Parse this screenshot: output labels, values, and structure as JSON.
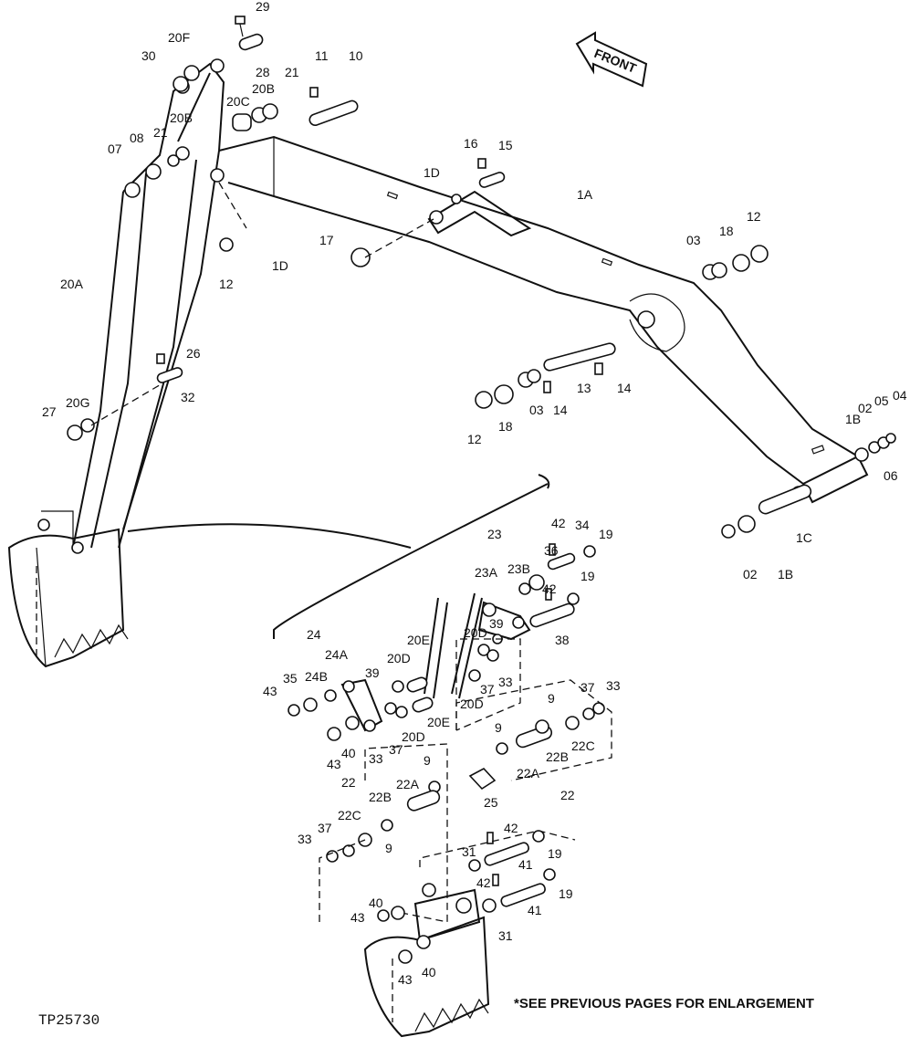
{
  "figure_code": "TP25730",
  "footnote": "*SEE PREVIOUS PAGES FOR ENLARGEMENT",
  "front_arrow_label": "FRONT",
  "labels": {
    "l29": "29",
    "l20F": "20F",
    "l30": "30",
    "l28": "28",
    "l21a": "21",
    "l20Ba": "20B",
    "l20C": "20C",
    "l11": "11",
    "l10": "10",
    "l20Bb": "20B",
    "l21b": "21",
    "l08": "08",
    "l07": "07",
    "l16": "16",
    "l15": "15",
    "l1Da": "1D",
    "l1A": "1A",
    "l17": "17",
    "l12a": "12",
    "l1Db": "1D",
    "l03a": "03",
    "l18a": "18",
    "l12b": "12",
    "l20A": "20A",
    "l26": "26",
    "l32": "32",
    "l27": "27",
    "l20G": "20G",
    "l13": "13",
    "l14a": "14",
    "l14b": "14",
    "l12c": "12",
    "l18b": "18",
    "l03b": "03",
    "l1Ba": "1B",
    "l02a": "02",
    "l05": "05",
    "l04": "04",
    "l06": "06",
    "l1C": "1C",
    "l02b": "02",
    "l1Bb": "1B",
    "l23": "23",
    "l42a": "42",
    "l34": "34",
    "l19a": "19",
    "l36": "36",
    "l23A": "23A",
    "l23B": "23B",
    "l19b": "19",
    "l42b": "42",
    "l39a": "39",
    "l38": "38",
    "l20Da": "20D",
    "l37a": "37",
    "l33a": "33",
    "l20Db": "20D",
    "l24": "24",
    "l24A": "24A",
    "l20Ea": "20E",
    "l20Dc": "20D",
    "l43a": "43",
    "l35": "35",
    "l24B": "24B",
    "l39b": "39",
    "l37b": "37",
    "l20Dd": "20D",
    "l20Eb": "20E",
    "l40a": "40",
    "l43b": "43",
    "l33b": "33",
    "l37c": "37",
    "l33c": "33",
    "l9a": "9",
    "l22Ca": "22C",
    "l9b": "9",
    "l22Ba": "22B",
    "l22Aa": "22A",
    "l22a": "22",
    "l25": "25",
    "l22b": "22",
    "l9c": "9",
    "l22Ab": "22A",
    "l22Bb": "22B",
    "l22Cb": "22C",
    "l37d": "37",
    "l33d": "33",
    "l9d": "9",
    "l42c": "42",
    "l19c": "19",
    "l31a": "31",
    "l41a": "41",
    "l42d": "42",
    "l19d": "19",
    "l41b": "41",
    "l40b": "40",
    "l43c": "43",
    "l31b": "31",
    "l43d": "43",
    "l40c": "40"
  }
}
